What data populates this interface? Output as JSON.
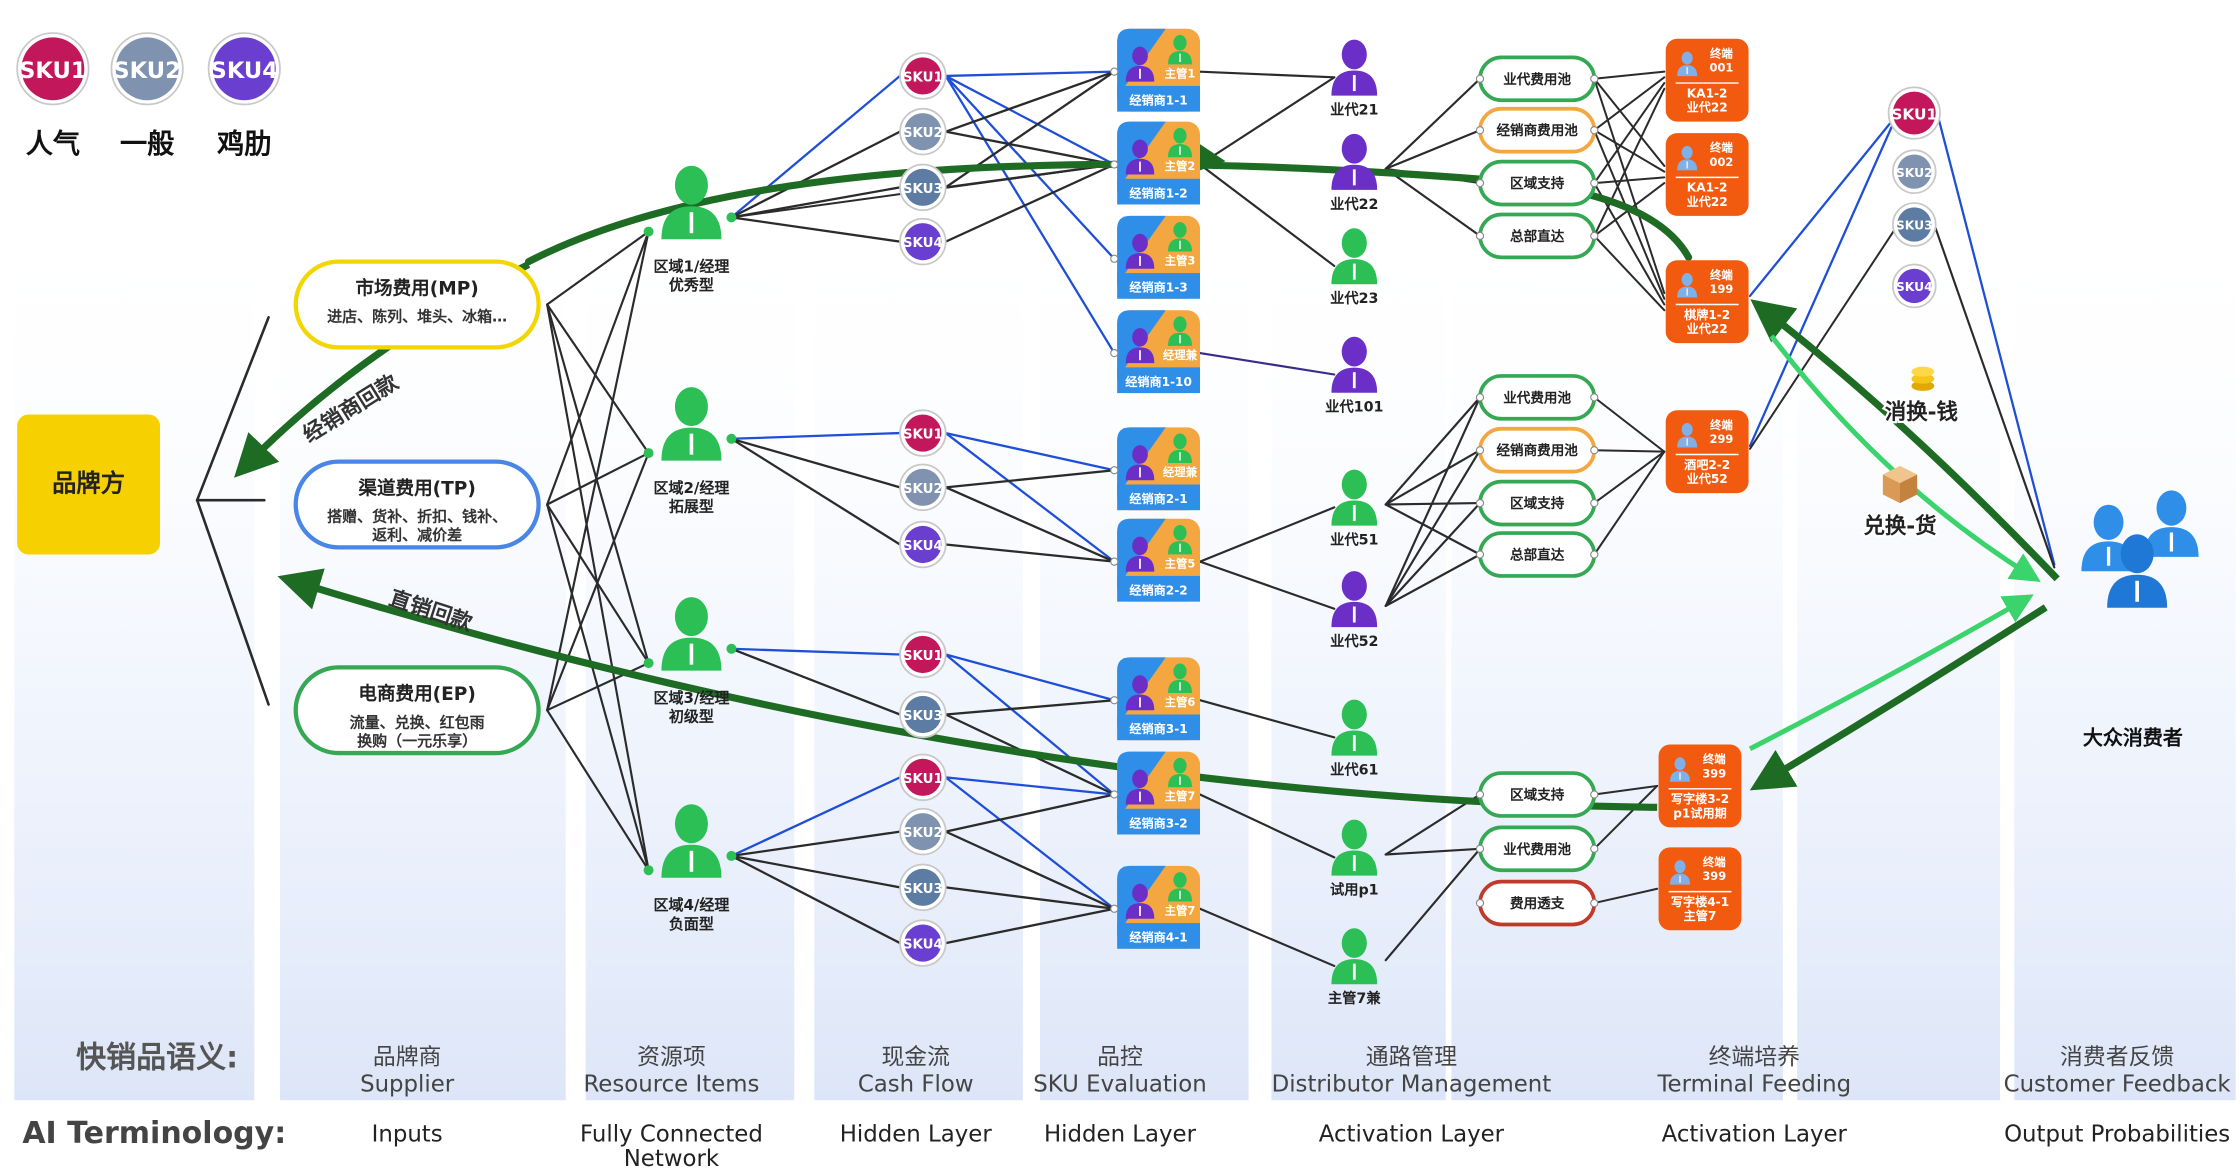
{
  "legend": [
    {
      "badge": "SKU1",
      "label": "人气",
      "color": "#c2185b"
    },
    {
      "badge": "SKU2",
      "label": "一般",
      "color": "#7f93b0"
    },
    {
      "badge": "SKU4",
      "label": "鸡肋",
      "color": "#6a3fd0"
    }
  ],
  "brand": "品牌方",
  "flows": {
    "distributor_payback": "经销商回款",
    "direct_payback": "直销回款",
    "exchange_money": "消换-钱",
    "exchange_goods": "兑换-货"
  },
  "resources": [
    {
      "title": "市场费用(MP)",
      "desc": [
        "进店、陈列、堆头、冰箱…"
      ],
      "border": "#f2d600"
    },
    {
      "title": "渠道费用(TP)",
      "desc": [
        "搭赠、货补、折扣、钱补、",
        "返利、减价差"
      ],
      "border": "#4a86e8"
    },
    {
      "title": "电商费用(EP)",
      "desc": [
        "流量、兑换、红包雨",
        "换购（一元乐享）"
      ],
      "border": "#34a853"
    }
  ],
  "managers": [
    {
      "line1": "区域1/经理",
      "line2": "优秀型"
    },
    {
      "line1": "区域2/经理",
      "line2": "拓展型"
    },
    {
      "line1": "区域3/经理",
      "line2": "初级型"
    },
    {
      "line1": "区域4/经理",
      "line2": "负面型"
    }
  ],
  "cash_skus": [
    {
      "label": "SKU1",
      "color": "#c2185b"
    },
    {
      "label": "SKU2",
      "color": "#7f93b0"
    },
    {
      "label": "SKU3",
      "color": "#5d7ca3"
    },
    {
      "label": "SKU4",
      "color": "#6a3fd0"
    },
    {
      "label": "SKU1",
      "color": "#c2185b"
    },
    {
      "label": "SKU2",
      "color": "#7f93b0"
    },
    {
      "label": "SKU4",
      "color": "#6a3fd0"
    },
    {
      "label": "SKU1",
      "color": "#c2185b"
    },
    {
      "label": "SKU3",
      "color": "#5d7ca3"
    },
    {
      "label": "SKU1",
      "color": "#c2185b"
    },
    {
      "label": "SKU2",
      "color": "#7f93b0"
    },
    {
      "label": "SKU3",
      "color": "#5d7ca3"
    },
    {
      "label": "SKU4",
      "color": "#6a3fd0"
    }
  ],
  "dealers": [
    {
      "top": "主管1",
      "bottom": "经销商1-1"
    },
    {
      "top": "主管2",
      "bottom": "经销商1-2"
    },
    {
      "top": "主管3",
      "bottom": "经销商1-3"
    },
    {
      "top": "经理兼",
      "bottom": "经销商1-10"
    },
    {
      "top": "经理兼",
      "bottom": "经销商2-1"
    },
    {
      "top": "主管5",
      "bottom": "经销商2-2"
    },
    {
      "top": "主管6",
      "bottom": "经销商3-1"
    },
    {
      "top": "主管7",
      "bottom": "经销商3-2"
    },
    {
      "top": "主管7",
      "bottom": "经销商4-1"
    }
  ],
  "agents": [
    "业代21",
    "业代22",
    "业代23",
    "业代101",
    "业代51",
    "业代52",
    "业代61",
    "试用p1",
    "主管7兼"
  ],
  "pools": [
    {
      "label": "业代费用池",
      "border": "#34a853"
    },
    {
      "label": "经销商费用池",
      "border": "#f4a640"
    },
    {
      "label": "区域支持",
      "border": "#34a853"
    },
    {
      "label": "总部直达",
      "border": "#34a853"
    },
    {
      "label": "业代费用池",
      "border": "#34a853"
    },
    {
      "label": "经销商费用池",
      "border": "#f4a640"
    },
    {
      "label": "区域支持",
      "border": "#34a853"
    },
    {
      "label": "总部直达",
      "border": "#34a853"
    },
    {
      "label": "区域支持",
      "border": "#34a853"
    },
    {
      "label": "业代费用池",
      "border": "#34a853"
    },
    {
      "label": "费用透支",
      "border": "#c0392b"
    }
  ],
  "terminals": [
    {
      "tag": "终端",
      "num": "001",
      "lines": [
        "KA1-2",
        "业代22"
      ]
    },
    {
      "tag": "终端",
      "num": "002",
      "lines": [
        "KA1-2",
        "业代22"
      ]
    },
    {
      "tag": "终端",
      "num": "199",
      "lines": [
        "棋牌1-2",
        "业代22"
      ]
    },
    {
      "tag": "终端",
      "num": "299",
      "lines": [
        "酒吧2-2",
        "业代52"
      ]
    },
    {
      "tag": "终端",
      "num": "399",
      "lines": [
        "写字楼3-2",
        "p1试用期"
      ]
    },
    {
      "tag": "终端",
      "num": "399",
      "lines": [
        "写字楼4-1",
        "主管7"
      ]
    }
  ],
  "consumer_skus": [
    {
      "label": "SKU1",
      "color": "#c2185b"
    },
    {
      "label": "SKU2",
      "color": "#7f93b0"
    },
    {
      "label": "SKU3",
      "color": "#5d7ca3"
    },
    {
      "label": "SKU4",
      "color": "#6a3fd0"
    }
  ],
  "consumer_label": "大众消费者",
  "row_titles": {
    "fmcg": "快销品语义:",
    "ai": "AI Terminology:"
  },
  "columns": [
    {
      "cn": "品牌商",
      "en": "Supplier",
      "ai": [
        "Inputs"
      ]
    },
    {
      "cn": "资源项",
      "en": "Resource Items",
      "ai": [
        "Fully Connected",
        "Network"
      ]
    },
    {
      "cn": "现金流",
      "en": "Cash Flow",
      "ai": [
        "Hidden Layer"
      ]
    },
    {
      "cn": "品控",
      "en": "SKU Evaluation",
      "ai": [
        "Hidden Layer"
      ]
    },
    {
      "cn": "通路管理",
      "en": "Distributor Management",
      "ai": [
        "Activation Layer"
      ]
    },
    {
      "cn": "终端培养",
      "en": "Terminal Feeding",
      "ai": [
        "Activation Layer"
      ]
    },
    {
      "cn": "消费者反馈",
      "en": "Customer Feedback",
      "ai": [
        "Output Probabilities"
      ]
    }
  ],
  "colors": {
    "brand_yellow": "#f7d000",
    "green_arrow": "#1e6b24",
    "light_arrow": "#3bd36b",
    "blue_line": "#1f4fd8",
    "dark_line": "#2b2b2b",
    "terminal_orange": "#f25a0f",
    "person_green": "#2bbf55",
    "person_purple": "#6b2fc8",
    "dealer_blue": "#2f8fe8",
    "dealer_orange": "#f4a640"
  }
}
